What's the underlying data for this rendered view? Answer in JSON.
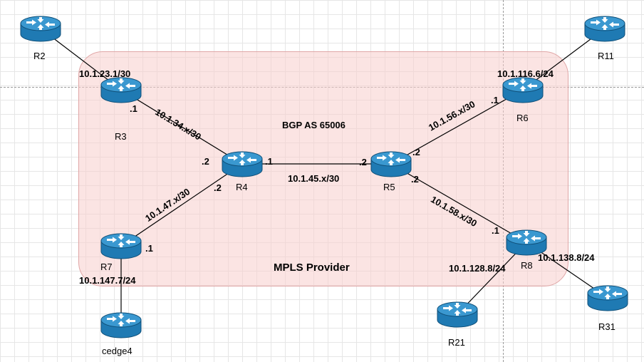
{
  "diagram": {
    "regions": {
      "bgp_label": "BGP AS 65006",
      "provider_label": "MPLS Provider"
    },
    "routers": {
      "r2": "R2",
      "r3": "R3",
      "r4": "R4",
      "r5": "R5",
      "r6": "R6",
      "r7": "R7",
      "r8": "R8",
      "r11": "R11",
      "r21": "R21",
      "r31": "R31",
      "cedge4": "cedge4"
    },
    "links": {
      "r2_r3": "10.1.23.1/30",
      "r3_r4": "10.1.34.x/30",
      "r4_r5": "10.1.45.x/30",
      "r4_r7": "10.1.47.x/30",
      "r5_r6": "10.1.56.x/30",
      "r5_r8": "10.1.58.x/30",
      "r6_r11": "10.1.116.6/24",
      "r7_cedge4": "10.1.147.7/24",
      "r8_r21": "10.1.128.8/24",
      "r8_r31": "10.1.138.8/24"
    },
    "ports": {
      "r3_to_r4": ".1",
      "r4_to_r3": ".2",
      "r4_to_r5": ".1",
      "r4_to_r7": ".2",
      "r5_to_r4": ".2",
      "r5_to_r6": ".2",
      "r5_to_r8": ".2",
      "r6_to_r5": ".1",
      "r7_to_r4": ".1",
      "r8_to_r5": ".1"
    },
    "colors": {
      "router": "#1f7ab3",
      "router_top": "#3a98d0",
      "provider_fill": "#f8cecc",
      "provider_border": "#e0a6a6",
      "link": "#000000"
    }
  }
}
